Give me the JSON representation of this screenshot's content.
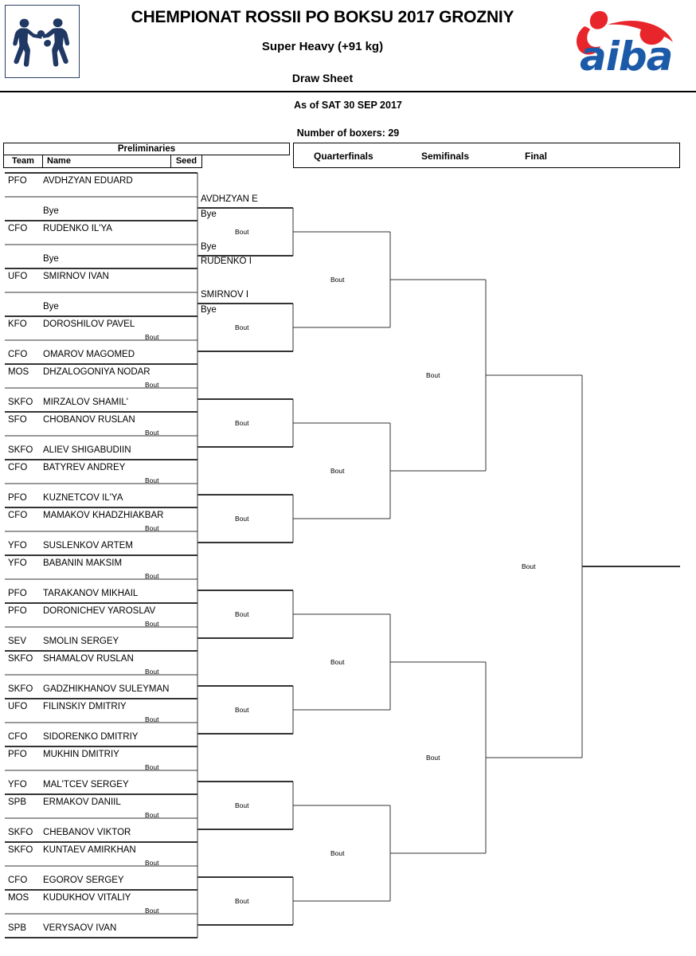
{
  "header": {
    "event_title": "CHEMPIONAT ROSSII PO BOKSU 2017 GROZNIY",
    "weight_class": "Super Heavy (+91 kg)",
    "sheet_label": "Draw Sheet",
    "as_of": "As of SAT 30 SEP 2017",
    "boxers_count": "Number of boxers: 29",
    "left_logo": "boxers-icon",
    "right_logo": "aiba-logo",
    "colors": {
      "logo_navy": "#1f3864",
      "aiba_red": "#e8252a",
      "aiba_blue": "#1a5aa8"
    }
  },
  "columns": {
    "preliminaries": "Preliminaries",
    "team": "Team",
    "name": "Name",
    "seed": "Seed",
    "quarterfinals": "Quarterfinals",
    "semifinals": "Semifinals",
    "final": "Final"
  },
  "bout_label": "Bout",
  "bye_label": "Bye",
  "preliminaries": [
    {
      "team": "PFO",
      "name": "AVDHZYAN EDUARD",
      "seed": ""
    },
    {
      "team": "",
      "name": "Bye",
      "seed": ""
    },
    {
      "team": "CFO",
      "name": "RUDENKO IL'YA",
      "seed": ""
    },
    {
      "team": "",
      "name": "Bye",
      "seed": ""
    },
    {
      "team": "UFO",
      "name": "SMIRNOV IVAN",
      "seed": ""
    },
    {
      "team": "",
      "name": "Bye",
      "seed": ""
    },
    {
      "team": "KFO",
      "name": "DOROSHILOV PAVEL",
      "seed": ""
    },
    {
      "team": "CFO",
      "name": "OMAROV MAGOMED",
      "seed": ""
    },
    {
      "team": "MOS",
      "name": "DHZALOGONIYA NODAR",
      "seed": ""
    },
    {
      "team": "SKFO",
      "name": "MIRZALOV SHAMIL'",
      "seed": ""
    },
    {
      "team": "SFO",
      "name": "CHOBANOV RUSLAN",
      "seed": ""
    },
    {
      "team": "SKFO",
      "name": "ALIEV SHIGABUDIIN",
      "seed": ""
    },
    {
      "team": "CFO",
      "name": "BATYREV ANDREY",
      "seed": ""
    },
    {
      "team": "PFO",
      "name": "KUZNETCOV IL'YA",
      "seed": ""
    },
    {
      "team": "CFO",
      "name": "MAMAKOV KHADZHIAKBAR",
      "seed": ""
    },
    {
      "team": "YFO",
      "name": "SUSLENKOV ARTEM",
      "seed": ""
    },
    {
      "team": "YFO",
      "name": "BABANIN MAKSIM",
      "seed": ""
    },
    {
      "team": "PFO",
      "name": "TARAKANOV MIKHAIL",
      "seed": ""
    },
    {
      "team": "PFO",
      "name": "DORONICHEV YAROSLAV",
      "seed": ""
    },
    {
      "team": "SEV",
      "name": "SMOLIN SERGEY",
      "seed": ""
    },
    {
      "team": "SKFO",
      "name": "SHAMALOV RUSLAN",
      "seed": ""
    },
    {
      "team": "SKFO",
      "name": "GADZHIKHANOV SULEYMAN",
      "seed": ""
    },
    {
      "team": "UFO",
      "name": "FILINSKIY DMITRIY",
      "seed": ""
    },
    {
      "team": "CFO",
      "name": "SIDORENKO DMITRIY",
      "seed": ""
    },
    {
      "team": "PFO",
      "name": "MUKHIN DMITRIY",
      "seed": ""
    },
    {
      "team": "YFO",
      "name": "MAL'TCEV SERGEY",
      "seed": ""
    },
    {
      "team": "SPB",
      "name": "ERMAKOV DANIIL",
      "seed": ""
    },
    {
      "team": "SKFO",
      "name": "CHEBANOV VIKTOR",
      "seed": ""
    },
    {
      "team": "SKFO",
      "name": "KUNTAEV AMIRKHAN",
      "seed": ""
    },
    {
      "team": "CFO",
      "name": "EGOROV SERGEY",
      "seed": ""
    },
    {
      "team": "MOS",
      "name": "KUDUKHOV VITALIY",
      "seed": ""
    },
    {
      "team": "SPB",
      "name": "VERYSAOV IVAN",
      "seed": ""
    }
  ],
  "round_of_16": [
    {
      "top": "AVDHZYAN E",
      "top_bye": "Bye",
      "bottom_bye": "Bye",
      "bottom": "RUDENKO I"
    },
    {
      "top": "SMIRNOV I",
      "top_bye": "Bye",
      "bottom_bye": "",
      "bottom": ""
    }
  ],
  "prelim_bouts": [
    "Bout",
    "Bout",
    "Bout",
    "Bout",
    "Bout",
    "Bout",
    "Bout",
    "Bout",
    "Bout",
    "Bout",
    "Bout",
    "Bout",
    "Bout"
  ],
  "r16_bouts": [
    "Bout",
    "Bout",
    "Bout",
    "Bout",
    "Bout",
    "Bout",
    "Bout",
    "Bout"
  ],
  "quarterfinal_bouts": [
    "Bout",
    "Bout",
    "Bout",
    "Bout"
  ],
  "semifinal_bouts": [
    "Bout",
    "Bout"
  ],
  "final_bout": "Bout"
}
